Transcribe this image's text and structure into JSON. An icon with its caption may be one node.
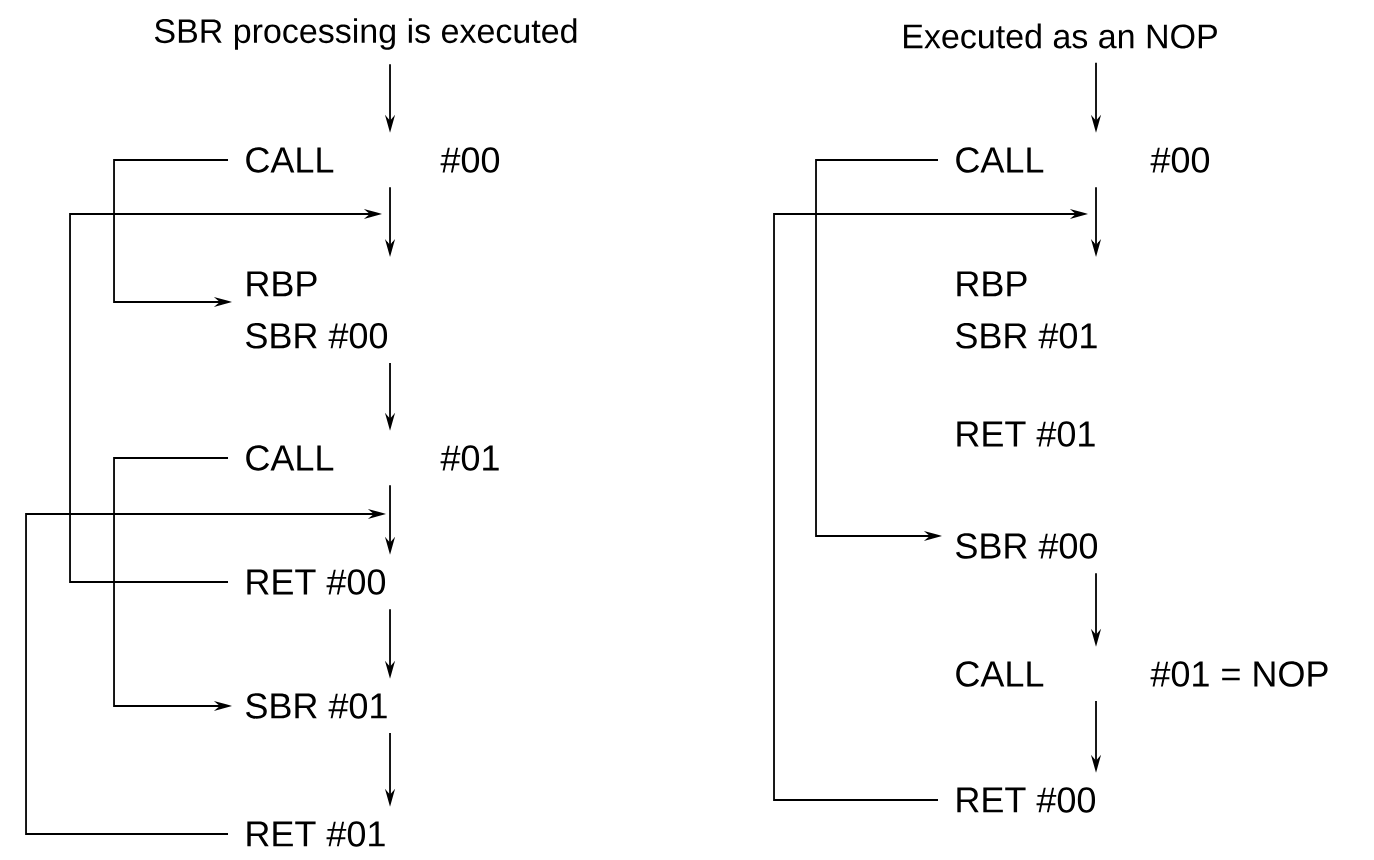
{
  "diagram": {
    "nodes": [
      {
        "text": [
          "SBR processing is executed"
        ]
      },
      {
        "text": [
          "CALL",
          "#00"
        ]
      },
      {
        "text": [
          "RBP",
          "SBR #00"
        ]
      },
      {
        "text": [
          "CALL",
          "#01"
        ]
      },
      {
        "text": [
          "RET #00"
        ]
      },
      {
        "text": [
          "SBR #01"
        ]
      },
      {
        "text": [
          "RET #01"
        ]
      },
      {
        "text": [
          "Executed as an NOP"
        ]
      },
      {
        "text": [
          "CALL",
          "#00"
        ]
      },
      {
        "text": [
          "RBP",
          "SBR #01"
        ]
      },
      {
        "text": [
          "RET #01"
        ]
      },
      {
        "text": [
          "SBR #00"
        ]
      },
      {
        "text": [
          "CALL",
          "#01 = NOP"
        ]
      },
      {
        "text": [
          "RET #00"
        ]
      }
    ],
    "edges": [
      {
        "from": 0,
        "to": 1,
        "arrow": "to"
      },
      {
        "from": 1,
        "to": 2,
        "arrow": "to"
      },
      {
        "from": 1,
        "to": 2,
        "arrow": "to"
      },
      {
        "from": 4,
        "to": 1,
        "arrow": "to"
      },
      {
        "from": 2,
        "to": 3,
        "arrow": "to"
      },
      {
        "from": 3,
        "to": 4,
        "arrow": "to"
      },
      {
        "from": 3,
        "to": 5,
        "arrow": "to"
      },
      {
        "from": 4,
        "to": 5,
        "arrow": "to"
      },
      {
        "from": 5,
        "to": 6,
        "arrow": "to"
      },
      {
        "from": 6,
        "to": 3,
        "arrow": "to"
      },
      {
        "from": 7,
        "to": 8,
        "arrow": "to"
      },
      {
        "from": 8,
        "to": 9,
        "arrow": "to"
      },
      {
        "from": 8,
        "to": 11,
        "arrow": "to"
      },
      {
        "from": 11,
        "to": 12,
        "arrow": "to"
      },
      {
        "from": 12,
        "to": 13,
        "arrow": "to"
      },
      {
        "from": 13,
        "to": 8,
        "arrow": "to"
      }
    ]
  }
}
